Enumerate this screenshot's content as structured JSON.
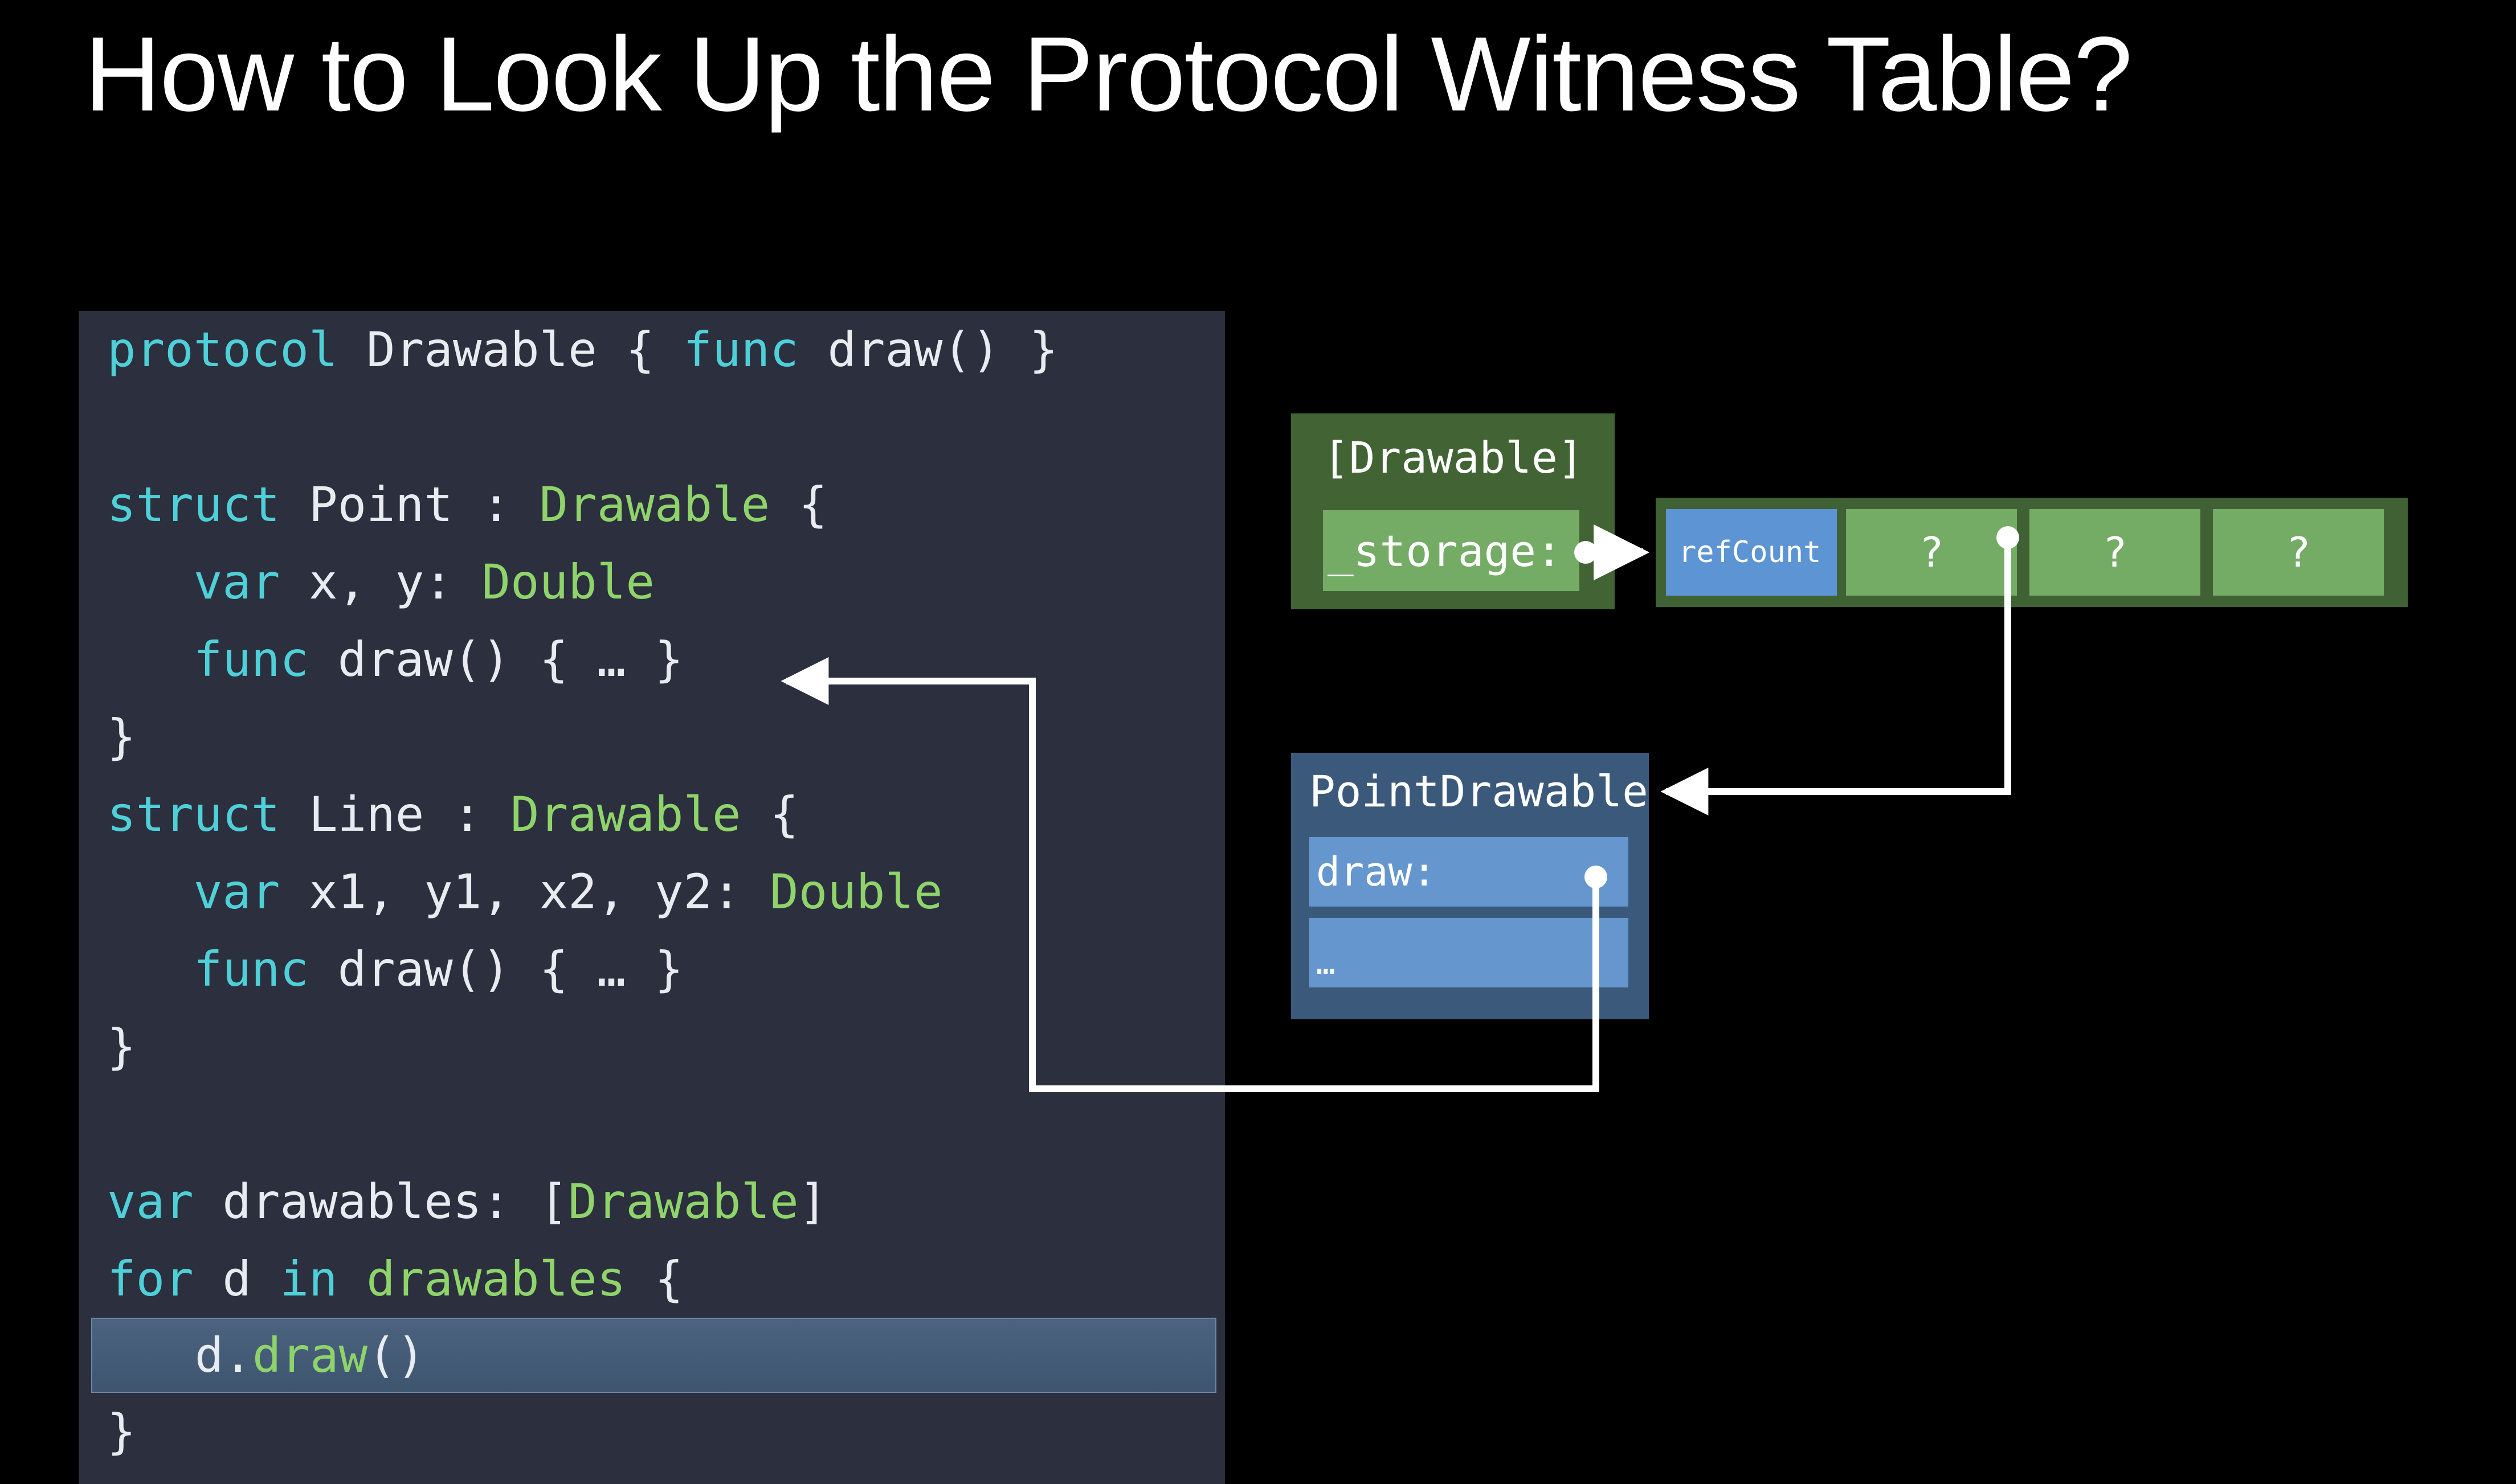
{
  "slide": {
    "title": "How to Look Up the Protocol Witness Table?",
    "background_color": "#000000"
  },
  "code_panel": {
    "background_color": "#2b2f3e",
    "language": "Swift",
    "lines": [
      {
        "id": "l1",
        "text": "protocol Drawable { func draw() }",
        "highlight": false,
        "tokens": [
          {
            "t": "protocol",
            "c": "kw"
          },
          {
            "t": " ",
            "c": "pln"
          },
          {
            "t": "Drawable",
            "c": "pln"
          },
          {
            "t": " { ",
            "c": "pun"
          },
          {
            "t": "func",
            "c": "kw"
          },
          {
            "t": " draw() }",
            "c": "pln"
          }
        ]
      },
      {
        "id": "l2",
        "text": "",
        "highlight": false,
        "tokens": []
      },
      {
        "id": "l3",
        "text": "struct Point : Drawable {",
        "highlight": false,
        "tokens": [
          {
            "t": "struct",
            "c": "kw"
          },
          {
            "t": " Point : ",
            "c": "pln"
          },
          {
            "t": "Drawable",
            "c": "typ"
          },
          {
            "t": " {",
            "c": "pun"
          }
        ]
      },
      {
        "id": "l4",
        "text": "   var x, y: Double",
        "highlight": false,
        "tokens": [
          {
            "t": "   ",
            "c": "pln"
          },
          {
            "t": "var",
            "c": "kw"
          },
          {
            "t": " x, y: ",
            "c": "pln"
          },
          {
            "t": "Double",
            "c": "typ"
          }
        ]
      },
      {
        "id": "l5",
        "text": "   func draw() { … }",
        "highlight": false,
        "tokens": [
          {
            "t": "   ",
            "c": "pln"
          },
          {
            "t": "func",
            "c": "kw"
          },
          {
            "t": " draw() { … }",
            "c": "pln"
          }
        ]
      },
      {
        "id": "l6",
        "text": "}",
        "highlight": false,
        "tokens": [
          {
            "t": "}",
            "c": "pun"
          }
        ]
      },
      {
        "id": "l7",
        "text": "struct Line : Drawable {",
        "highlight": false,
        "tokens": [
          {
            "t": "struct",
            "c": "kw"
          },
          {
            "t": " Line : ",
            "c": "pln"
          },
          {
            "t": "Drawable",
            "c": "typ"
          },
          {
            "t": " {",
            "c": "pun"
          }
        ]
      },
      {
        "id": "l8",
        "text": "   var x1, y1, x2, y2: Double",
        "highlight": false,
        "tokens": [
          {
            "t": "   ",
            "c": "pln"
          },
          {
            "t": "var",
            "c": "kw"
          },
          {
            "t": " x1, y1, x2, y2: ",
            "c": "pln"
          },
          {
            "t": "Double",
            "c": "typ"
          }
        ]
      },
      {
        "id": "l9",
        "text": "   func draw() { … }",
        "highlight": false,
        "tokens": [
          {
            "t": "   ",
            "c": "pln"
          },
          {
            "t": "func",
            "c": "kw"
          },
          {
            "t": " draw() { … }",
            "c": "pln"
          }
        ]
      },
      {
        "id": "l10",
        "text": "}",
        "highlight": false,
        "tokens": [
          {
            "t": "}",
            "c": "pun"
          }
        ]
      },
      {
        "id": "l11",
        "text": "",
        "highlight": false,
        "tokens": []
      },
      {
        "id": "l12",
        "text": "var drawables: [Drawable]",
        "highlight": false,
        "tokens": [
          {
            "t": "var",
            "c": "kw"
          },
          {
            "t": " drawables: [",
            "c": "pln"
          },
          {
            "t": "Drawable",
            "c": "typ"
          },
          {
            "t": "]",
            "c": "pln"
          }
        ]
      },
      {
        "id": "l13",
        "text": "for d in drawables {",
        "highlight": false,
        "tokens": [
          {
            "t": "for",
            "c": "kw"
          },
          {
            "t": " d ",
            "c": "pln"
          },
          {
            "t": "in",
            "c": "kw"
          },
          {
            "t": " ",
            "c": "pln"
          },
          {
            "t": "drawables",
            "c": "typ"
          },
          {
            "t": " {",
            "c": "pun"
          }
        ]
      },
      {
        "id": "l14",
        "text": "   d.draw()",
        "highlight": true,
        "tokens": [
          {
            "t": "   d.",
            "c": "pln"
          },
          {
            "t": "draw",
            "c": "typ"
          },
          {
            "t": "()",
            "c": "pln"
          }
        ]
      },
      {
        "id": "l15",
        "text": "}",
        "highlight": false,
        "tokens": [
          {
            "t": "}",
            "c": "pun"
          }
        ]
      }
    ]
  },
  "diagram": {
    "existential": {
      "title": "[Drawable]",
      "storage_label": "_storage:",
      "box_color": "#426435",
      "row_color": "#74ac66"
    },
    "buffer": {
      "box_color": "#3f6134",
      "refcount_label": "refCount",
      "refcount_color": "#5d94d3",
      "slot_color": "#74ac66",
      "slots": [
        "?",
        "?",
        "?"
      ]
    },
    "witness_table": {
      "title": "PointDrawable",
      "box_color": "#3b5a7b",
      "row_color": "#6596cd",
      "rows": [
        "draw:",
        "…"
      ]
    },
    "connectors": {
      "stroke_color": "#ffffff",
      "storage_to_buffer": "storage-to-buffer-arrow",
      "slot_to_witness_table": "slot-to-witness-table-arrow",
      "witness_table_to_code": "witness-table-to-code-arrow"
    }
  }
}
